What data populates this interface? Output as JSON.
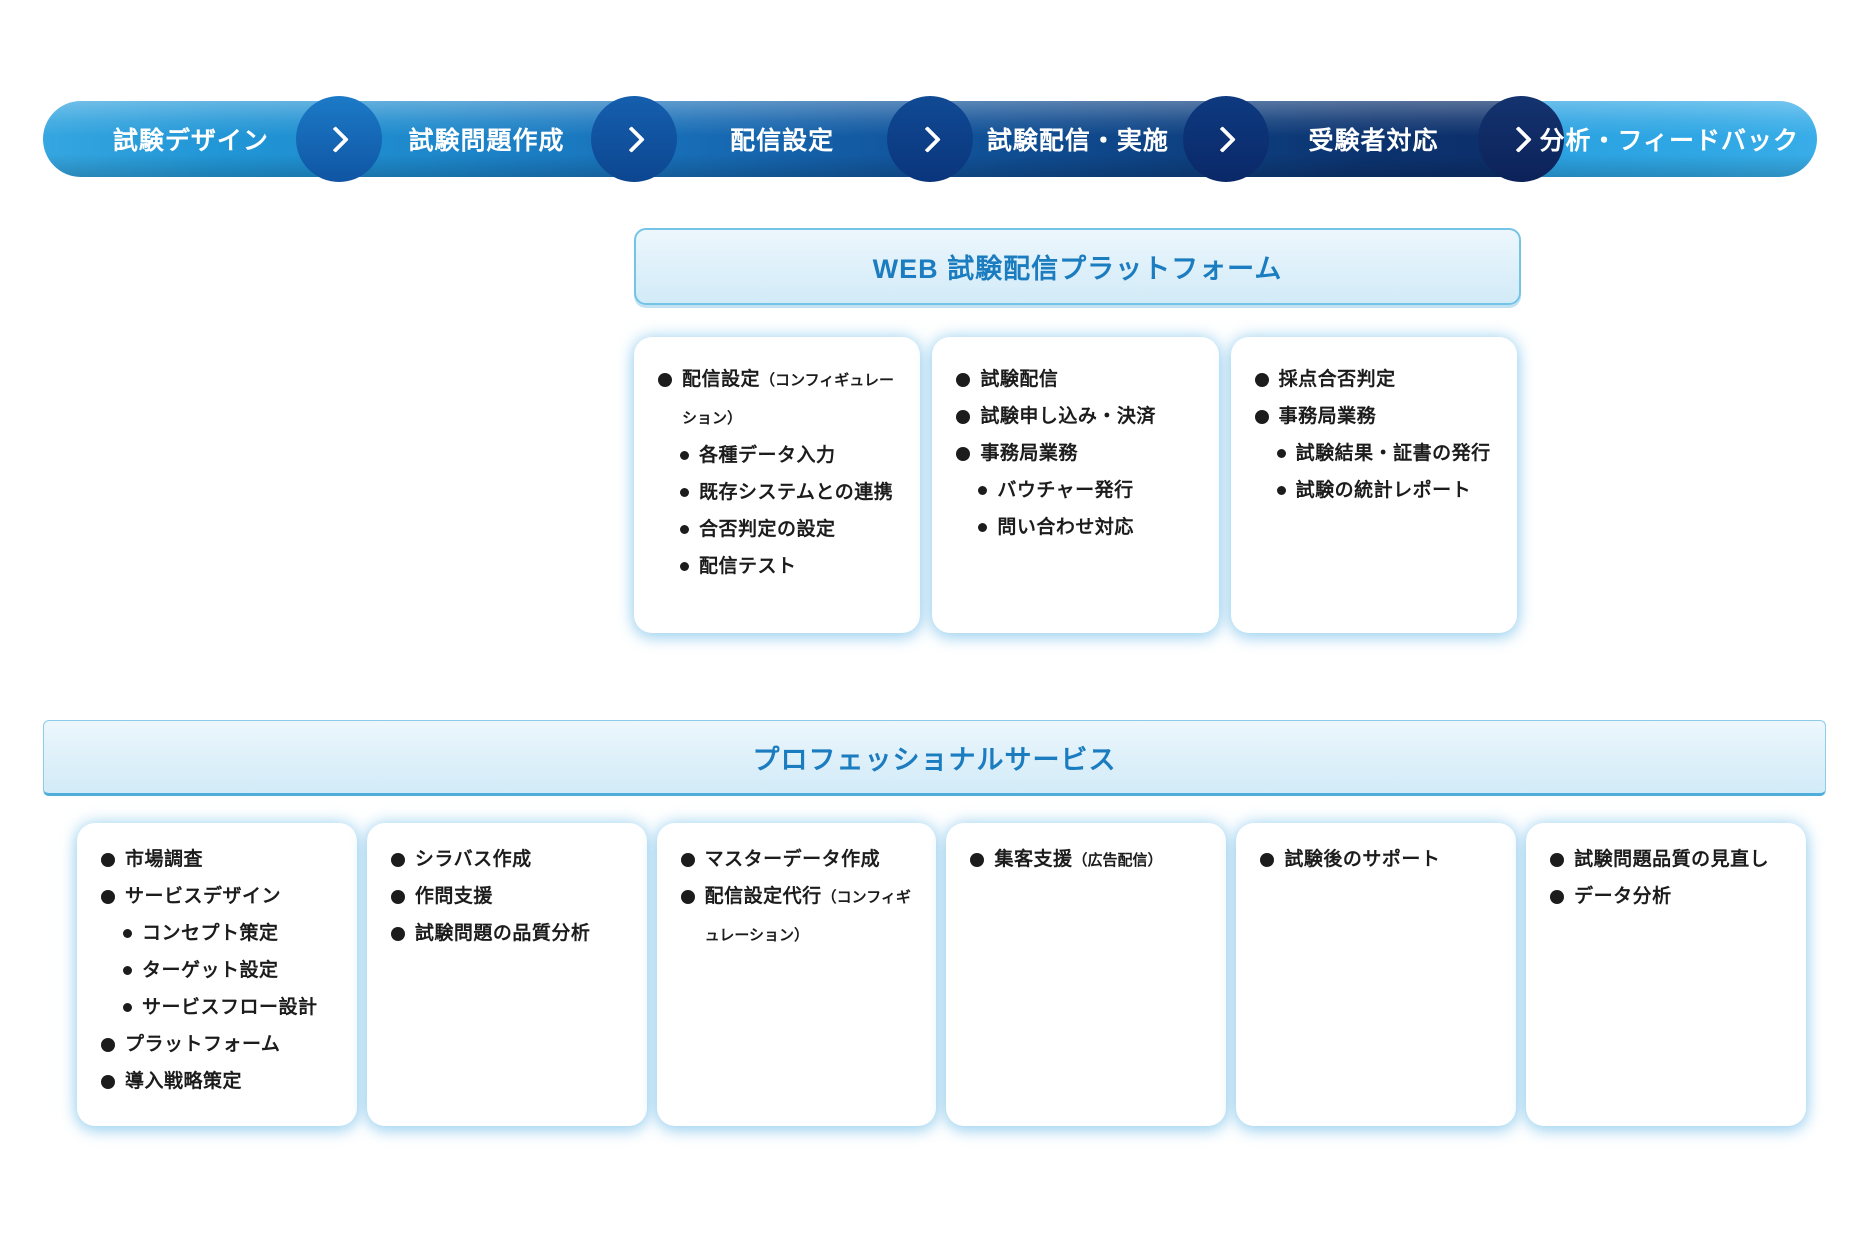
{
  "process_bar": {
    "stages": [
      "試験デザイン",
      "試験問題作成",
      "配信設定",
      "試験配信・実施",
      "受験者対応",
      "分析・フィードバック"
    ]
  },
  "platform": {
    "title": "WEB 試験配信プラットフォーム",
    "cards": [
      {
        "items": [
          {
            "level": 1,
            "text": "配信設定",
            "note": "（コンフィギュレーション）"
          },
          {
            "level": 2,
            "text": "各種データ入力"
          },
          {
            "level": 2,
            "text": "既存システムとの連携"
          },
          {
            "level": 2,
            "text": "合否判定の設定"
          },
          {
            "level": 2,
            "text": "配信テスト"
          }
        ]
      },
      {
        "items": [
          {
            "level": 1,
            "text": "試験配信"
          },
          {
            "level": 1,
            "text": "試験申し込み・決済"
          },
          {
            "level": 1,
            "text": "事務局業務"
          },
          {
            "level": 2,
            "text": "バウチャー発行"
          },
          {
            "level": 2,
            "text": "問い合わせ対応"
          }
        ]
      },
      {
        "items": [
          {
            "level": 1,
            "text": "採点合否判定"
          },
          {
            "level": 1,
            "text": "事務局業務"
          },
          {
            "level": 2,
            "text": "試験結果・証書の発行"
          },
          {
            "level": 2,
            "text": "試験の統計レポート"
          }
        ]
      }
    ]
  },
  "professional": {
    "title": "プロフェッショナルサービス",
    "cards": [
      {
        "items": [
          {
            "level": 1,
            "text": "市場調査"
          },
          {
            "level": 1,
            "text": "サービスデザイン"
          },
          {
            "level": 2,
            "text": "コンセプト策定"
          },
          {
            "level": 2,
            "text": "ターゲット設定"
          },
          {
            "level": 2,
            "text": "サービスフロー設計"
          },
          {
            "level": 1,
            "text": "プラットフォーム"
          },
          {
            "level": 1,
            "text": "導入戦略策定"
          }
        ]
      },
      {
        "items": [
          {
            "level": 1,
            "text": "シラバス作成"
          },
          {
            "level": 1,
            "text": "作問支援"
          },
          {
            "level": 1,
            "text": "試験問題の品質分析"
          }
        ]
      },
      {
        "items": [
          {
            "level": 1,
            "text": "マスターデータ作成"
          },
          {
            "level": 1,
            "text": "配信設定代行",
            "note": "（コンフィギュレーション）"
          }
        ]
      },
      {
        "items": [
          {
            "level": 1,
            "text": "集客支援",
            "note": "（広告配信）"
          }
        ]
      },
      {
        "items": [
          {
            "level": 1,
            "text": "試験後のサポート"
          }
        ]
      },
      {
        "items": [
          {
            "level": 1,
            "text": "試験問題品質の見直し"
          },
          {
            "level": 1,
            "text": "データ分析"
          }
        ]
      }
    ]
  },
  "icons": {
    "chevron_right": "›",
    "bullet_large": "●",
    "bullet_small": "•"
  },
  "colors": {
    "bar_gradient_left": "#2196d6",
    "bar_gradient_mid": "#12579f",
    "bar_gradient_dark": "#0c2f6b",
    "bar_gradient_right": "#2aa1e1",
    "arrow_circle_dark": "#0c2259",
    "section_title_blue": "#1b7dc0",
    "panel_background": "#ddf0fa",
    "panel_border": "#74c4e7",
    "card_glow": "#7dc3eb",
    "body_text": "#1c1c1c",
    "page_background": "#ffffff"
  }
}
